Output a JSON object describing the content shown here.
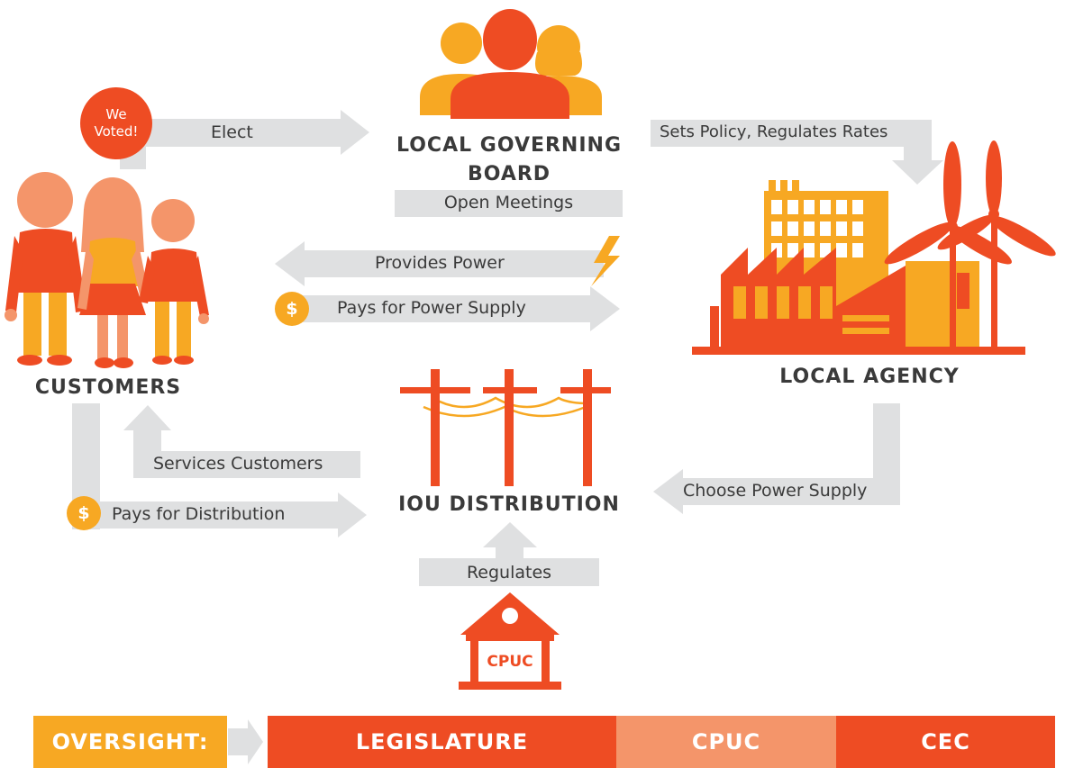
{
  "badge": {
    "line1": "We",
    "line2": "Voted!"
  },
  "nodes": {
    "board_line1": "LOCAL GOVERNING",
    "board_line2": "BOARD",
    "customers": "CUSTOMERS",
    "agency": "LOCAL AGENCY",
    "iou": "IOU DISTRIBUTION",
    "cpuc_building": "CPUC"
  },
  "edges": {
    "elect": "Elect",
    "sets_policy": "Sets Policy, Regulates Rates",
    "open_meetings": "Open Meetings",
    "provides_power": "Provides Power",
    "pays_supply": "Pays for Power Supply",
    "services_customers": "Services Customers",
    "pays_distribution": "Pays for Distribution",
    "choose_supply": "Choose Power Supply",
    "regulates": "Regulates"
  },
  "coin_symbol": "$",
  "oversight": {
    "label": "OVERSIGHT:",
    "bodies": [
      "LEGISLATURE",
      "CPUC",
      "CEC"
    ]
  },
  "colors": {
    "orange_red": "#ee4c23",
    "orange_yellow": "#f7a823",
    "salmon": "#f4956a",
    "arrow_gray": "#dfe0e1",
    "text": "#3a3a3a"
  }
}
